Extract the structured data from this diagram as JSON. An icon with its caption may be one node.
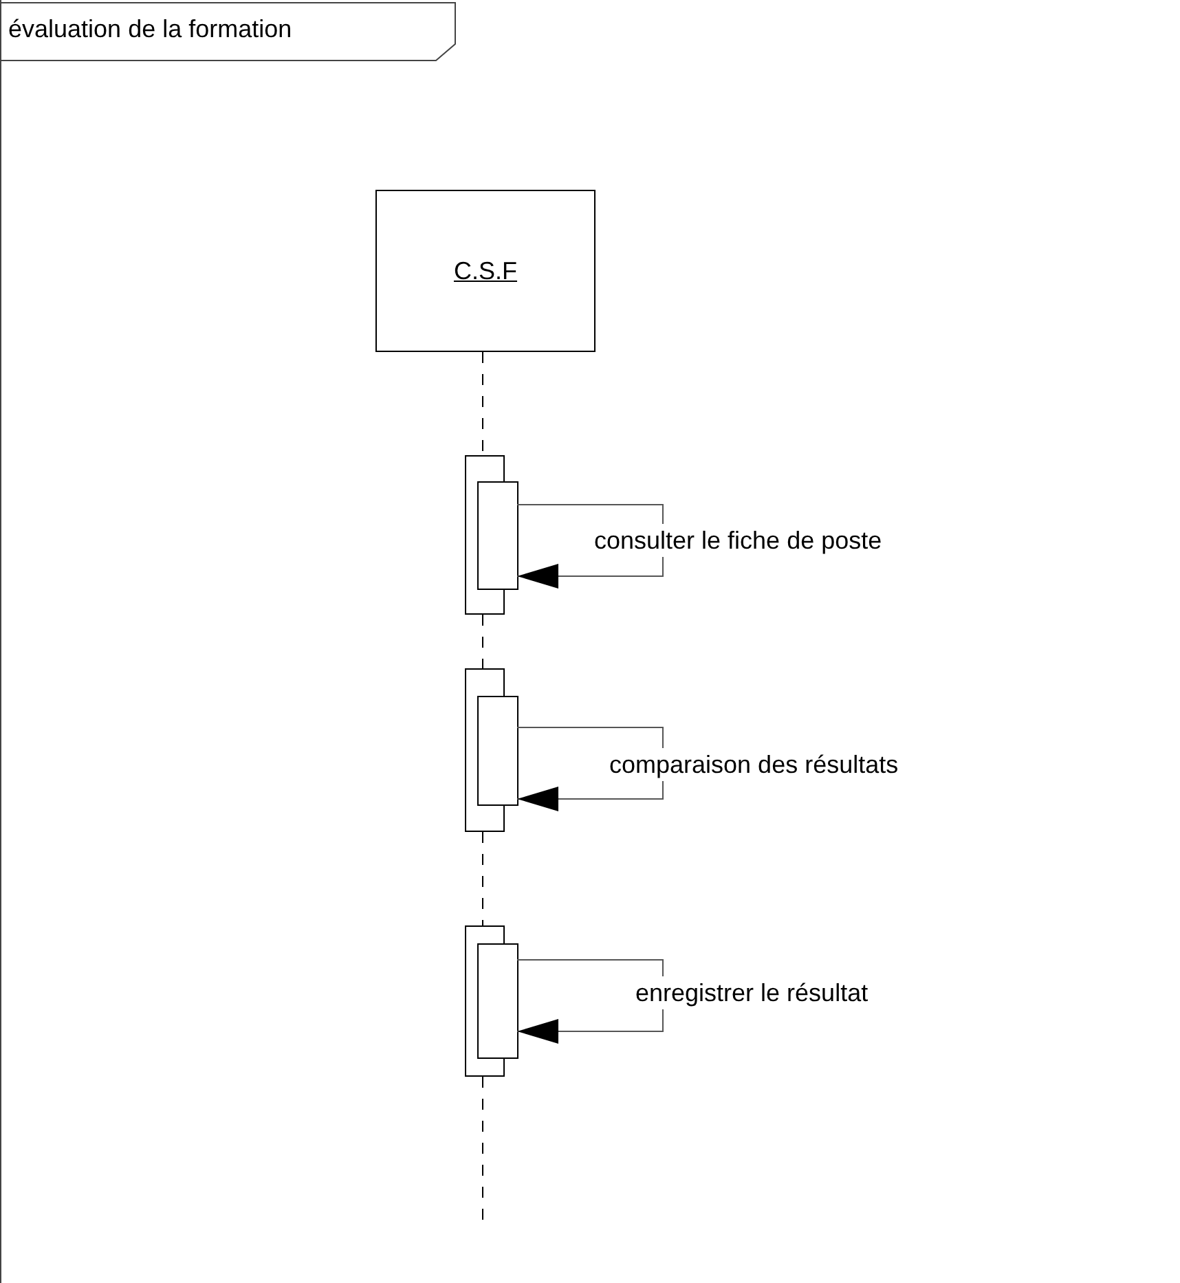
{
  "diagram": {
    "nodes": [
      {
        "text": [
          "évaluation de la formation"
        ]
      },
      {
        "text": [
          "C.S.F"
        ],
        "in": 0
      },
      {
        "text": [],
        "shape": "box",
        "in": 0
      },
      {
        "text": [],
        "shape": "box",
        "in": 0
      },
      {
        "text": [],
        "shape": "box",
        "in": 0
      },
      {
        "text": [],
        "shape": "box",
        "in": 0
      },
      {
        "text": [],
        "shape": "box",
        "in": 0
      },
      {
        "text": [],
        "shape": "box",
        "in": 0
      }
    ],
    "edges": [
      {
        "from": 1,
        "to": 2,
        "arrow": "none",
        "style": "dashed"
      },
      {
        "from": 3,
        "to": 3,
        "arrow": "to",
        "label": "consulter le fiche de poste"
      },
      {
        "from": 2,
        "to": 4,
        "arrow": "none",
        "style": "dashed"
      },
      {
        "from": 5,
        "to": 5,
        "arrow": "to",
        "label": "comparaison des résultats"
      },
      {
        "from": 4,
        "to": 6,
        "arrow": "none",
        "style": "dashed"
      },
      {
        "from": 7,
        "to": 7,
        "arrow": "to",
        "label": "enregistrer le résultat"
      },
      {
        "from": 6,
        "to": null,
        "arrow": "none",
        "style": "dashed"
      }
    ]
  }
}
